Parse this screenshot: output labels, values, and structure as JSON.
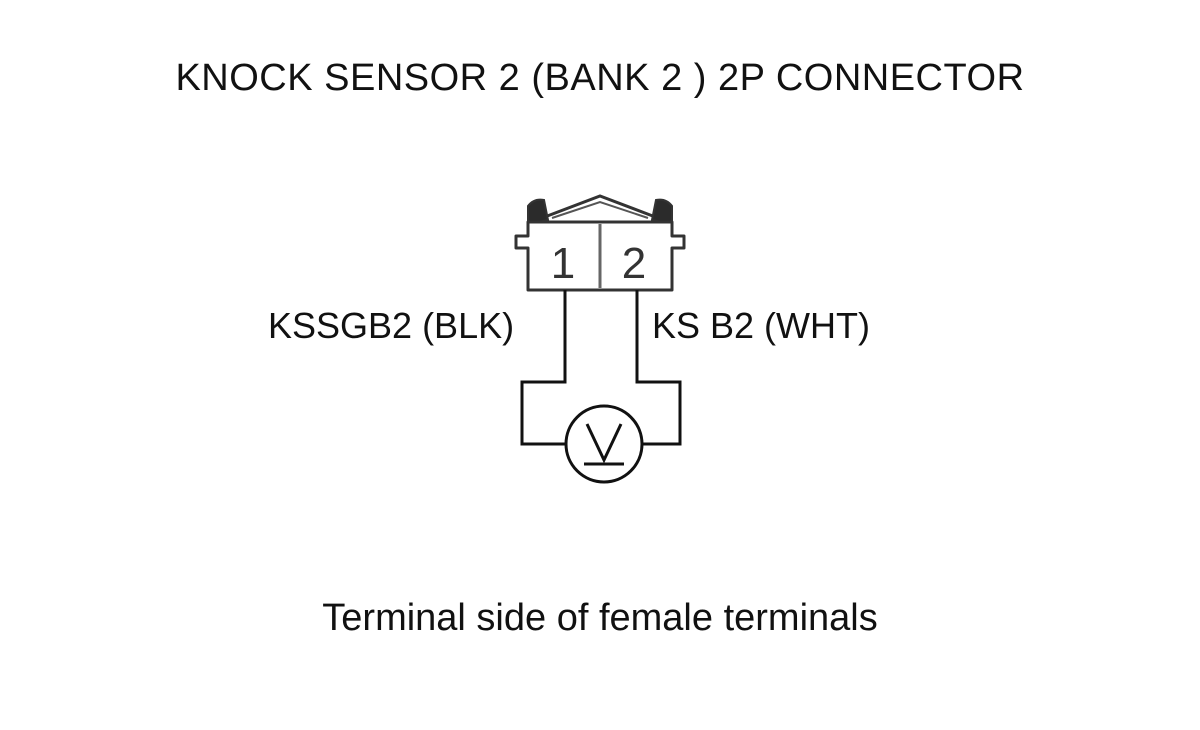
{
  "title": "KNOCK SENSOR 2 (BANK 2 ) 2P CONNECTOR",
  "connector": {
    "pins": [
      {
        "number": "1",
        "label": "KSSGB2 (BLK)"
      },
      {
        "number": "2",
        "label": "KS B2 (WHT)"
      }
    ]
  },
  "meter": {
    "icon": "voltmeter-icon",
    "symbol": "V"
  },
  "caption": "Terminal side of female terminals",
  "colors": {
    "line": "#111111",
    "connector_outline": "#333333",
    "background": "#ffffff"
  }
}
